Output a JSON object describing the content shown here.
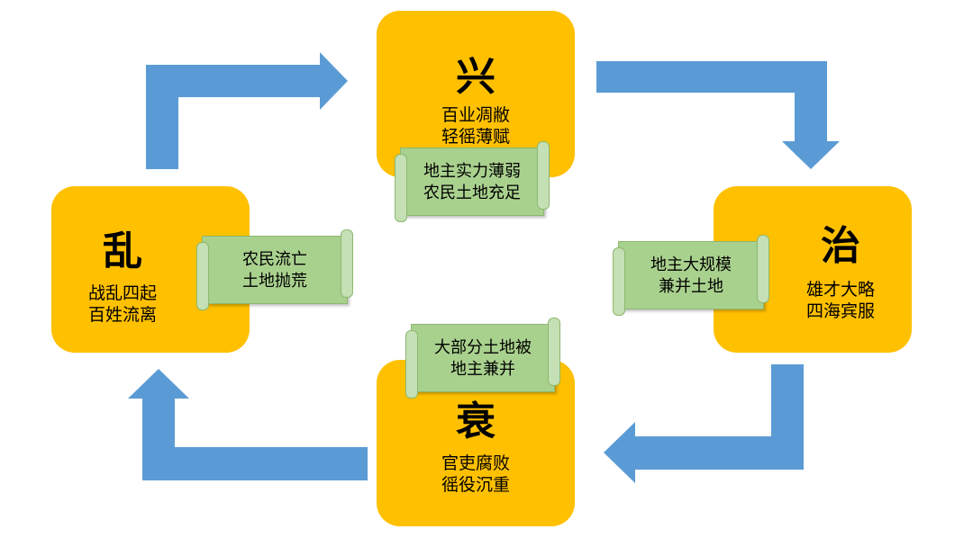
{
  "stages": {
    "xing": {
      "title": "兴",
      "lines": [
        "百业凋敝",
        "轻徭薄赋"
      ]
    },
    "zhi": {
      "title": "治",
      "lines": [
        "雄才大略",
        "四海宾服"
      ]
    },
    "shuai": {
      "title": "衰",
      "lines": [
        "官吏腐败",
        "徭役沉重"
      ]
    },
    "luan": {
      "title": "乱",
      "lines": [
        "战乱四起",
        "百姓流离"
      ]
    }
  },
  "scrolls": {
    "top": [
      "地主实力薄弱",
      "农民土地充足"
    ],
    "right": [
      "地主大规模",
      "兼并土地"
    ],
    "bottom": [
      "大部分土地被",
      "地主兼并"
    ],
    "left": [
      "农民流亡",
      "土地抛荒"
    ]
  },
  "colors": {
    "stage_box": "#FFC000",
    "arrow": "#5B9BD5",
    "scroll": "#A9D18E"
  }
}
